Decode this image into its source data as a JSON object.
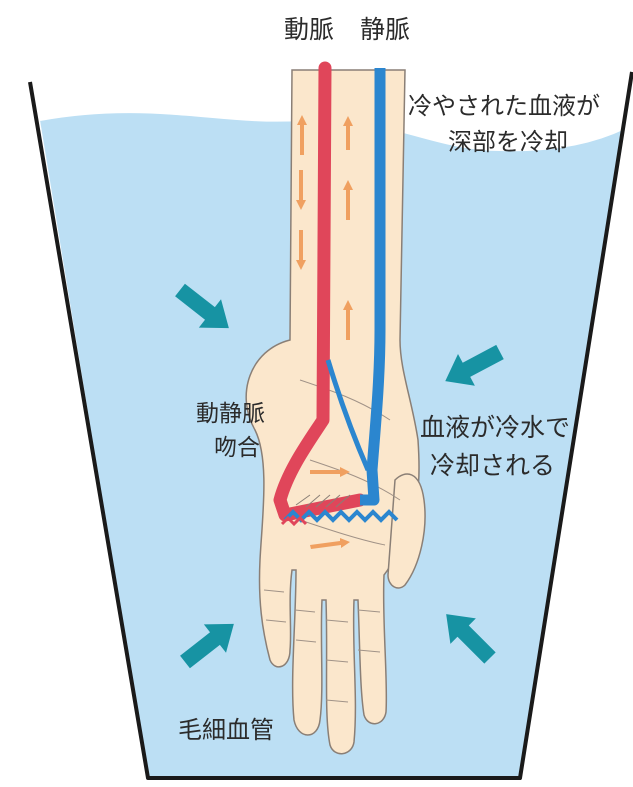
{
  "labels": {
    "artery": "動脈",
    "vein": "静脈",
    "cooled_blood_line1": "冷やされた血液が",
    "cooled_blood_line2": "深部を冷却",
    "anastomosis_line1": "動静脈",
    "anastomosis_line2": "吻合",
    "cooling_line1": "血液が冷水で",
    "cooling_line2": "冷却される",
    "capillaries": "毛細血管"
  },
  "colors": {
    "water": "#bcdff4",
    "water_surface": "#ffffff",
    "bucket_outline": "#1a1a1a",
    "skin": "#fbe7cc",
    "skin_outline": "#8a7f76",
    "artery": "#e0465a",
    "vein": "#2b86cf",
    "flow_arrow": "#f0a060",
    "pressure_arrow": "#1793a3",
    "text": "#2b2b2b"
  },
  "icons": {
    "pressure_arrows": "teal-arrow-icon",
    "flow_arrows": "orange-flow-arrow-icon"
  }
}
